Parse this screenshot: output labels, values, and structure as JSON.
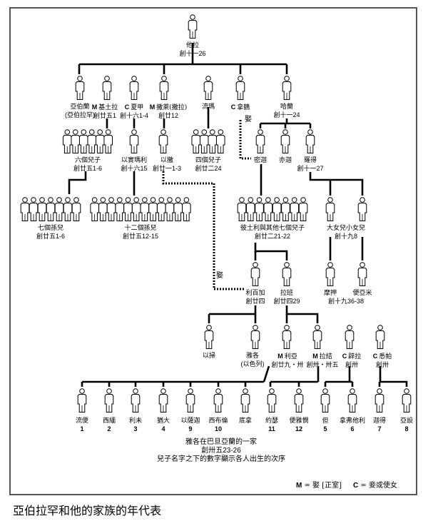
{
  "title": "亞伯拉罕和他的家族的年代表",
  "marry_label": "娶",
  "legend": {
    "m_key": "M",
    "m_text": "= 娶 [正室]",
    "c_key": "C",
    "c_text": "= 妾或使女"
  },
  "note": [
    "雅各在巴旦亞蘭的一家",
    "創卅五23-26",
    "兒子名字之下的數字顯示各人出生的次序"
  ],
  "nodes": [
    {
      "id": "terah",
      "name": "他拉",
      "ref": "創十一26"
    },
    {
      "id": "abram",
      "name": "亞伯蘭",
      "ref": "(亞伯拉罕)"
    },
    {
      "id": "keturah",
      "prefix": "M",
      "name": "基土拉",
      "ref": "創廿五1"
    },
    {
      "id": "hagar",
      "prefix": "C",
      "name": "夏甲",
      "ref": "創十六1-4"
    },
    {
      "id": "sarai",
      "prefix": "M",
      "name": "撒萊(撒拉)",
      "ref": "創廿12"
    },
    {
      "id": "reumah",
      "name": "流瑪"
    },
    {
      "id": "nahor",
      "prefix": "C",
      "name": "拿鶴"
    },
    {
      "id": "haran",
      "name": "哈蘭",
      "ref": "創十一24"
    },
    {
      "id": "sixsons",
      "name": "六個兒子",
      "ref": "創廿五1-6"
    },
    {
      "id": "ishmael",
      "name": "以實瑪利",
      "ref": "創十六15"
    },
    {
      "id": "isaac",
      "name": "以撒",
      "ref": "創廿一1-3"
    },
    {
      "id": "foursons",
      "name": "四個兒子",
      "ref": "創廿二24"
    },
    {
      "id": "milcah",
      "name": "密迦"
    },
    {
      "id": "iscah",
      "name": "亦迦"
    },
    {
      "id": "lot",
      "name": "羅得",
      "ref": "創十一27"
    },
    {
      "id": "seven",
      "name": "七個孫兒",
      "ref": "創廿五1-6"
    },
    {
      "id": "twelve",
      "name": "十二個孫兒",
      "ref": "創廿五12-15"
    },
    {
      "id": "bethuel",
      "name": "彼土利與其他七個兒子",
      "ref": "創廿二21-22"
    },
    {
      "id": "daughters",
      "name": "大女兒小女兒",
      "ref": "創十九8"
    },
    {
      "id": "rebekah",
      "name": "利百加",
      "ref": "創廿四"
    },
    {
      "id": "laban",
      "name": "拉班",
      "ref": "創廿四29"
    },
    {
      "id": "moab",
      "name": "摩押"
    },
    {
      "id": "benammi",
      "name": "便亞米"
    },
    {
      "id": "moabref",
      "ref": "創十九36-38"
    },
    {
      "id": "esau",
      "name": "以掃"
    },
    {
      "id": "jacob",
      "name": "雅各",
      "ref": "(以色列)"
    },
    {
      "id": "leah",
      "prefix": "M",
      "name": "利亞",
      "ref": "創廿九・卅"
    },
    {
      "id": "rachel",
      "prefix": "M",
      "name": "拉結",
      "ref": "創卅・卅五"
    },
    {
      "id": "bilhah",
      "prefix": "C",
      "name": "辟拉",
      "ref": "創卅"
    },
    {
      "id": "zilpah",
      "prefix": "C",
      "name": "悉帕",
      "ref": "創卅"
    }
  ],
  "sons": [
    {
      "name": "流便",
      "order": "1"
    },
    {
      "name": "西緬",
      "order": "2"
    },
    {
      "name": "利未",
      "order": "3"
    },
    {
      "name": "猶大",
      "order": "4"
    },
    {
      "name": "以薩迦",
      "order": "9"
    },
    {
      "name": "西布倫",
      "order": "10"
    },
    {
      "name": "底拿",
      "order": ""
    },
    {
      "name": "約瑟",
      "order": "11"
    },
    {
      "name": "便雅憫",
      "order": "12"
    },
    {
      "name": "但",
      "order": "5"
    },
    {
      "name": "拿弗他利",
      "order": "6"
    },
    {
      "name": "迦得",
      "order": "7"
    },
    {
      "name": "亞設",
      "order": "8"
    }
  ]
}
